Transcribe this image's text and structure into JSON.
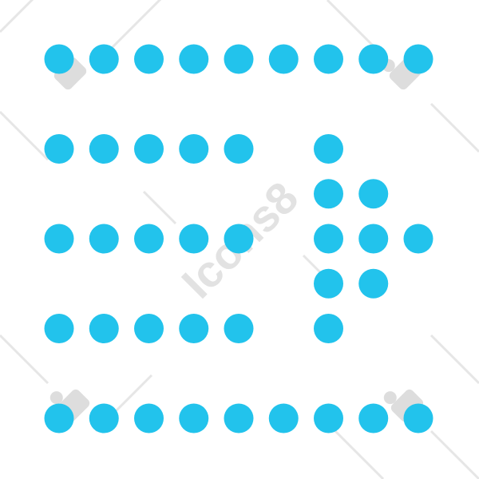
{
  "icon": {
    "name": "align-right-dots-icon",
    "dot_color": "#22c3ec",
    "grid_columns": 9,
    "grid_rows": 9,
    "dots": [
      [
        0,
        0
      ],
      [
        1,
        0
      ],
      [
        2,
        0
      ],
      [
        3,
        0
      ],
      [
        4,
        0
      ],
      [
        5,
        0
      ],
      [
        6,
        0
      ],
      [
        7,
        0
      ],
      [
        8,
        0
      ],
      [
        0,
        2
      ],
      [
        1,
        2
      ],
      [
        2,
        2
      ],
      [
        3,
        2
      ],
      [
        4,
        2
      ],
      [
        6,
        2
      ],
      [
        6,
        3
      ],
      [
        7,
        3
      ],
      [
        0,
        4
      ],
      [
        1,
        4
      ],
      [
        2,
        4
      ],
      [
        3,
        4
      ],
      [
        4,
        4
      ],
      [
        6,
        4
      ],
      [
        7,
        4
      ],
      [
        8,
        4
      ],
      [
        6,
        5
      ],
      [
        7,
        5
      ],
      [
        0,
        6
      ],
      [
        1,
        6
      ],
      [
        2,
        6
      ],
      [
        3,
        6
      ],
      [
        4,
        6
      ],
      [
        6,
        6
      ],
      [
        0,
        8
      ],
      [
        1,
        8
      ],
      [
        2,
        8
      ],
      [
        3,
        8
      ],
      [
        4,
        8
      ],
      [
        5,
        8
      ],
      [
        6,
        8
      ],
      [
        7,
        8
      ],
      [
        8,
        8
      ]
    ]
  },
  "watermark": {
    "text": "Icons8",
    "color": "#d9d9d9"
  }
}
